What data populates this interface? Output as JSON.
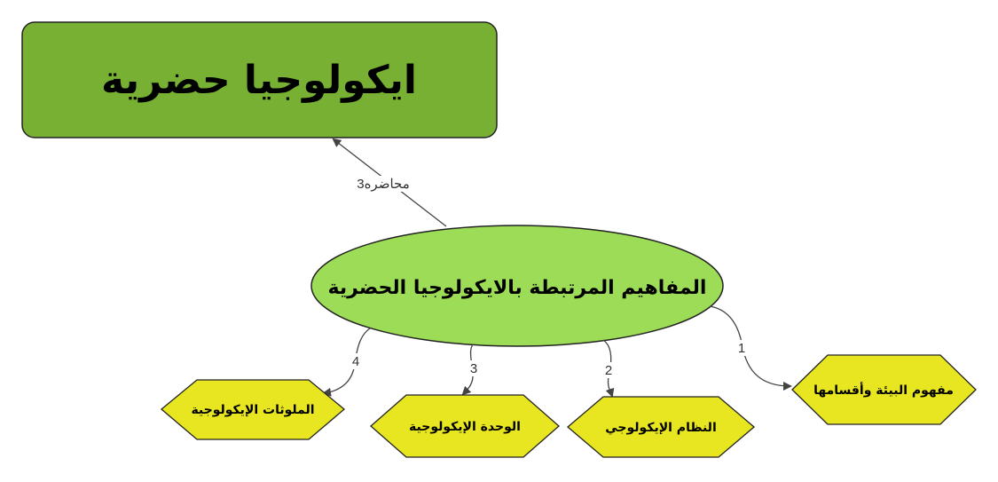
{
  "title_node": {
    "text": "ايكولوجيا حضرية"
  },
  "title_link": {
    "label": "محاضره3"
  },
  "center_node": {
    "text": "المفاهيم المرتبطة بالايكولوجيا الحضرية"
  },
  "concepts": [
    {
      "text": "مفهوم البيئة وأقسامها",
      "link": "1"
    },
    {
      "text": "النظام الإيكولوجي",
      "link": "2"
    },
    {
      "text": "الوحدة الإيكولوجية",
      "link": "3"
    },
    {
      "text": "الملوثات الإيكولوجية",
      "link": "4"
    }
  ],
  "colors": {
    "title": "#77b033",
    "center": "#9ddc56",
    "concept": "#e8e620",
    "line": "#444444"
  }
}
